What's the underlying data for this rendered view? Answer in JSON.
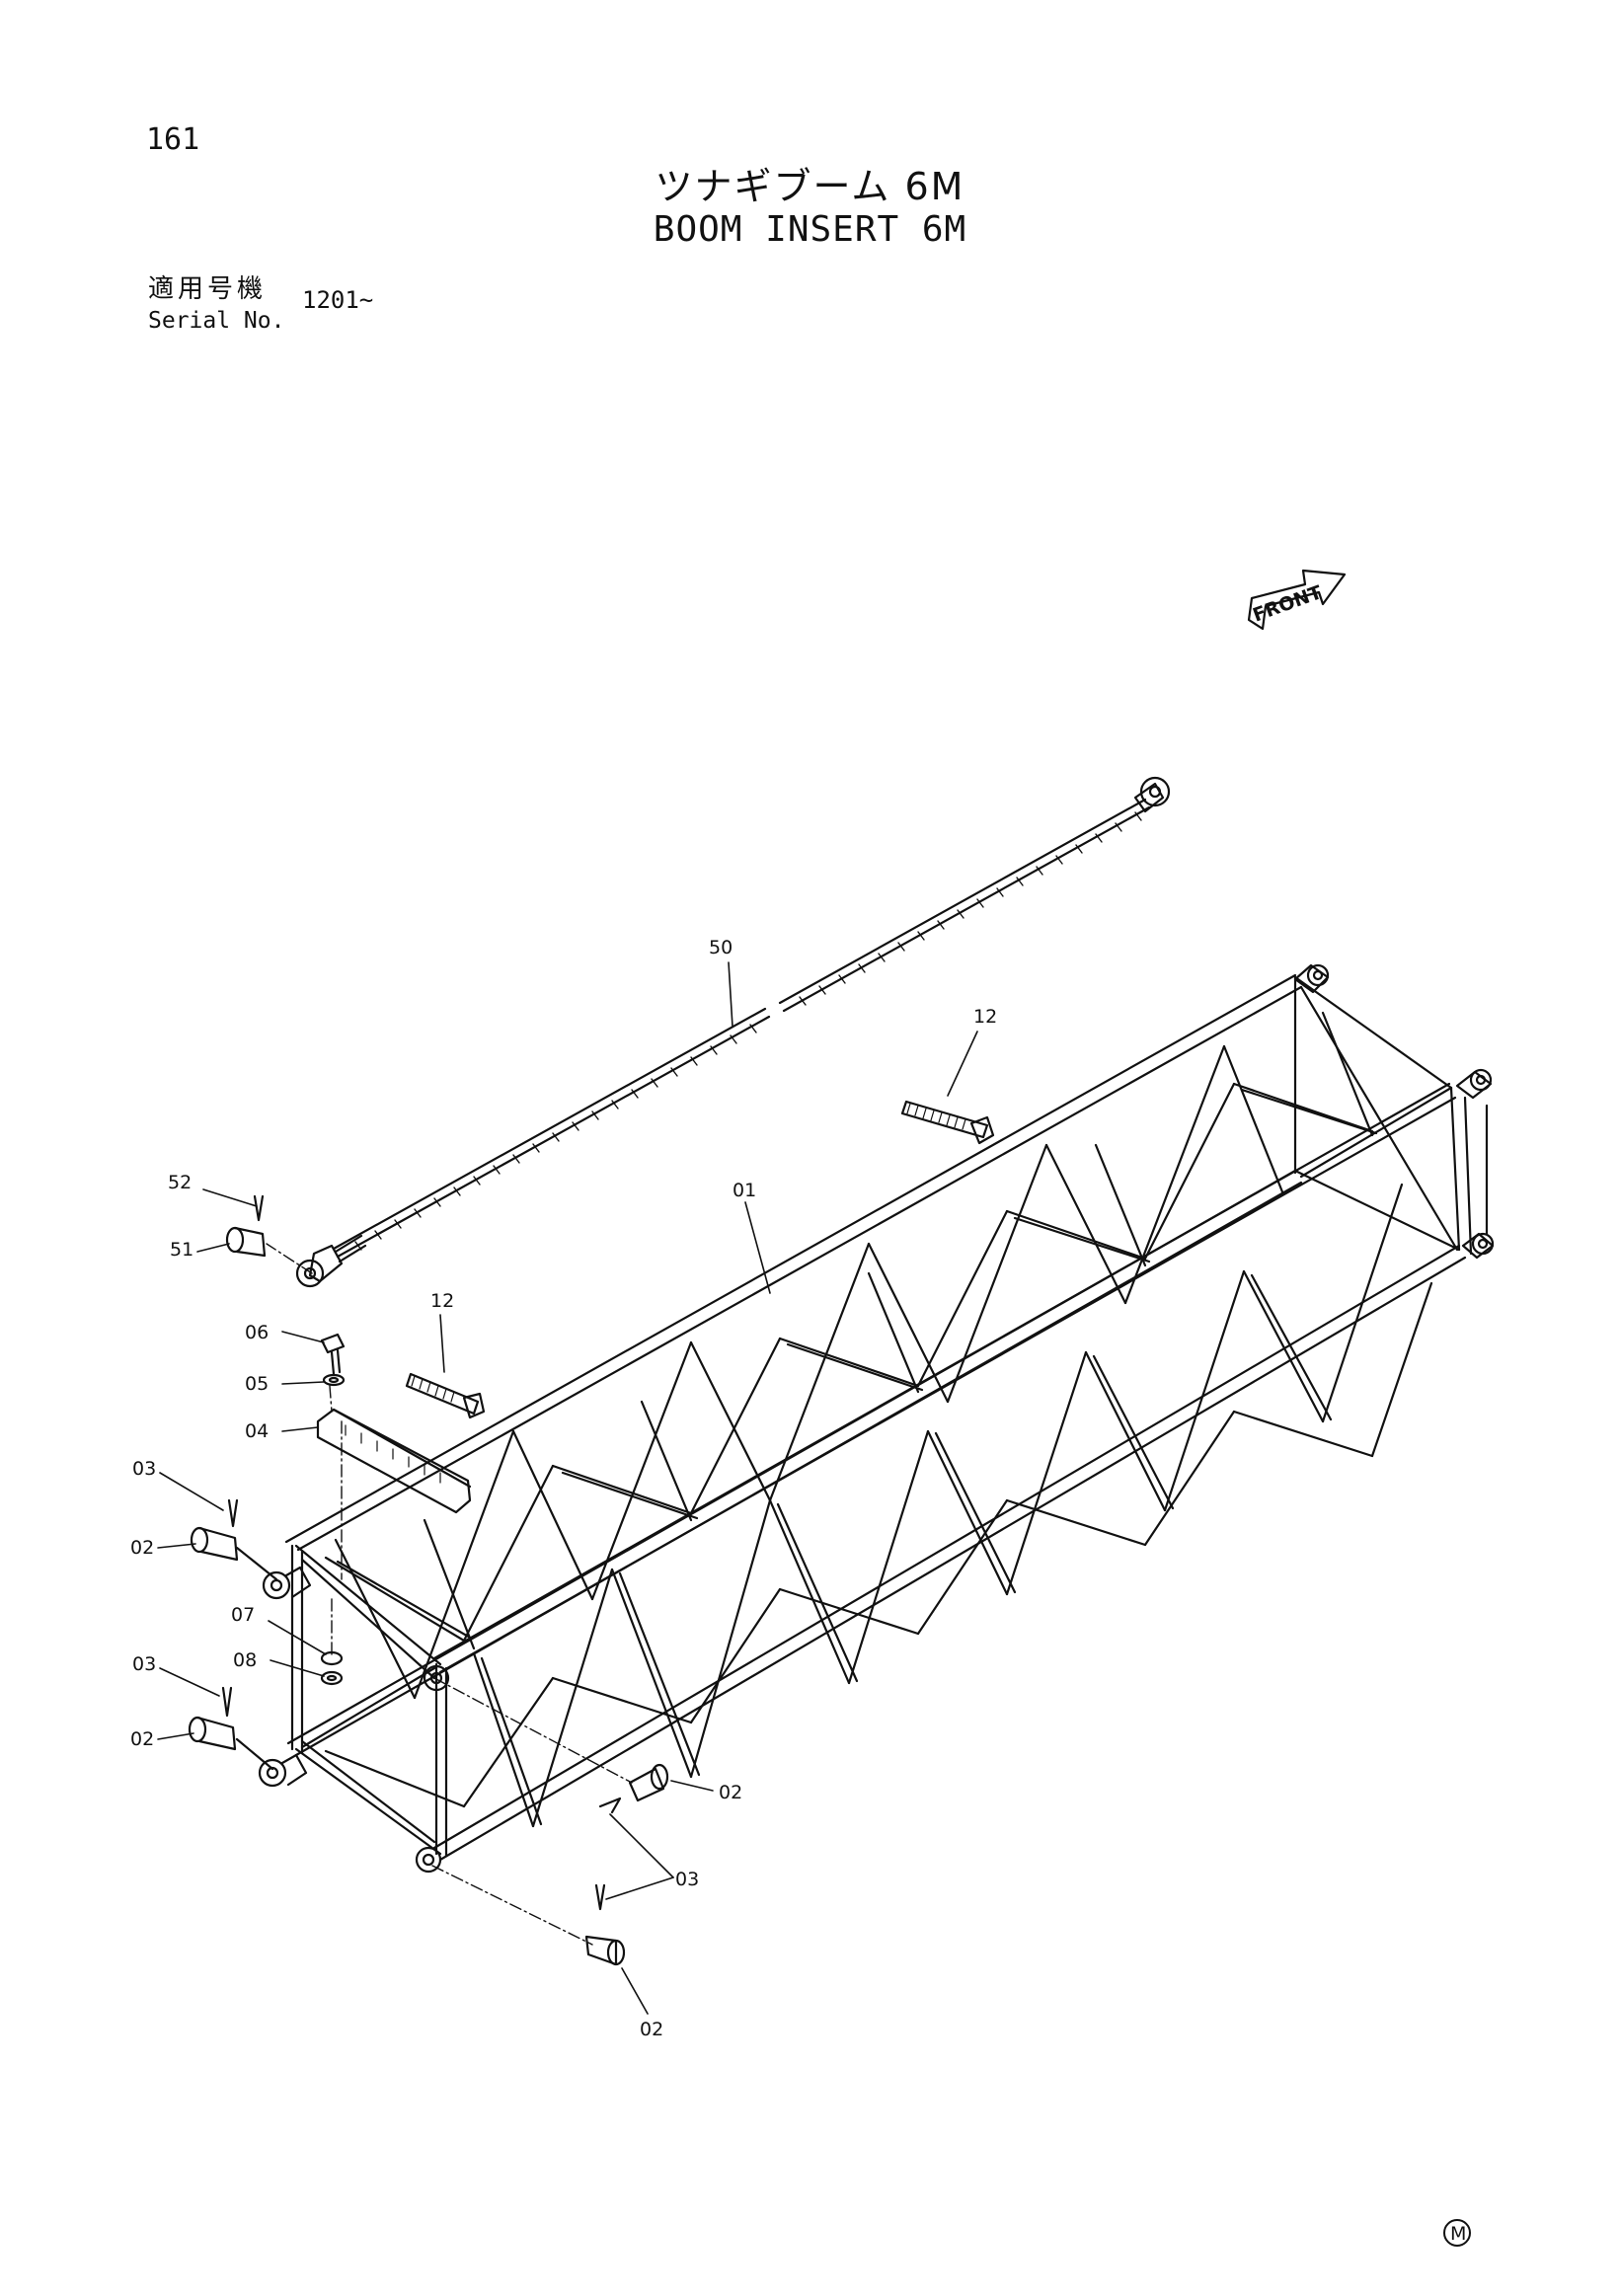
{
  "header": {
    "page_number": "161",
    "title_jp": "ツナギブーム 6M",
    "title_en": "BOOM INSERT 6M",
    "serial_label_jp": "適用号機",
    "serial_label_en": "Serial No.",
    "serial_value": "1201~"
  },
  "direction_marker": {
    "label": "FRONT"
  },
  "footer": {
    "mark": "M"
  },
  "callouts": {
    "c50": "50",
    "c12a": "12",
    "c01": "01",
    "c52": "52",
    "c51": "51",
    "c12b": "12",
    "c06": "06",
    "c05": "05",
    "c04": "04",
    "c03a": "03",
    "c02a": "02",
    "c07": "07",
    "c08": "08",
    "c03b": "03",
    "c02b": "02",
    "c02c": "02",
    "c03c": "03",
    "c02d": "02"
  }
}
